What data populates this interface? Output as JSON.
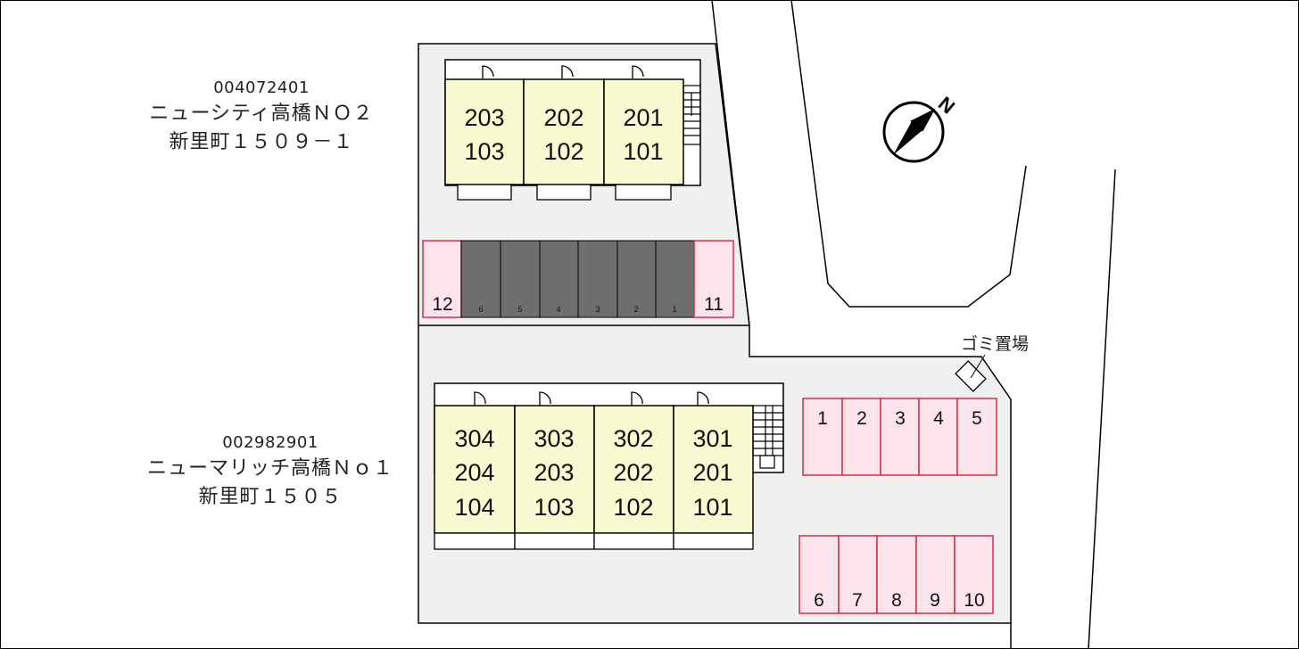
{
  "properties": [
    {
      "code": "004072401",
      "name": "ニューシティ高橋ＮＯ２",
      "address": "新里町１５０９－１"
    },
    {
      "code": "002982901",
      "name": "ニューマリッチ高橋Ｎｏ１",
      "address": "新里町１５０５"
    }
  ],
  "building_north": {
    "units": [
      {
        "upper": "203",
        "lower": "103"
      },
      {
        "upper": "202",
        "lower": "102"
      },
      {
        "upper": "201",
        "lower": "101"
      }
    ]
  },
  "building_south": {
    "units": [
      {
        "floor3": "304",
        "floor2": "204",
        "floor1": "104"
      },
      {
        "floor3": "303",
        "floor2": "203",
        "floor1": "103"
      },
      {
        "floor3": "302",
        "floor2": "202",
        "floor1": "102"
      },
      {
        "floor3": "301",
        "floor2": "201",
        "floor1": "101"
      }
    ]
  },
  "north_parking": {
    "end_left": "12",
    "end_right": "11",
    "garages": [
      "6",
      "5",
      "4",
      "3",
      "2",
      "1"
    ]
  },
  "south_parking_top": [
    "1",
    "2",
    "3",
    "4",
    "5"
  ],
  "south_parking_bottom": [
    "6",
    "7",
    "8",
    "9",
    "10"
  ],
  "garbage_label": "ゴミ置場",
  "compass": {
    "label": "N",
    "icon": "north-arrow-icon"
  },
  "colors": {
    "unit_fill": "#fafad2",
    "parking_fill": "#fde4ec",
    "parking_border": "#d0304a",
    "garage_fill": "#6e6e6e",
    "lot_fill": "#f0f0f0"
  }
}
